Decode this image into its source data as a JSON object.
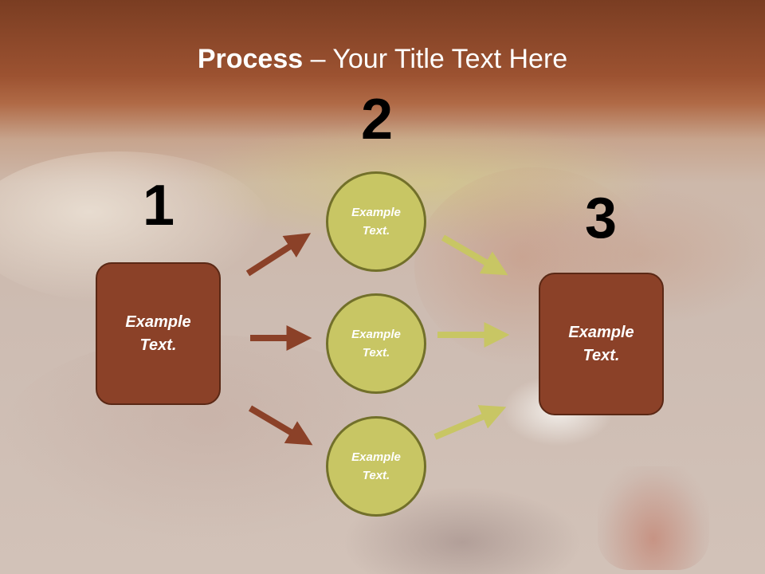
{
  "title": {
    "bold": "Process",
    "rest": " – Your Title Text Here"
  },
  "steps": [
    {
      "number": "1",
      "text": "Example\nText."
    },
    {
      "number": "2",
      "circles": [
        "Example\nText.",
        "Example\nText.",
        "Example\nText."
      ]
    },
    {
      "number": "3",
      "text": "Example\nText."
    }
  ],
  "colors": {
    "box_fill": "#8b4128",
    "circle_fill": "#c8c664",
    "brown_arrow": "#8b4128",
    "green_arrow": "#c8c664"
  }
}
